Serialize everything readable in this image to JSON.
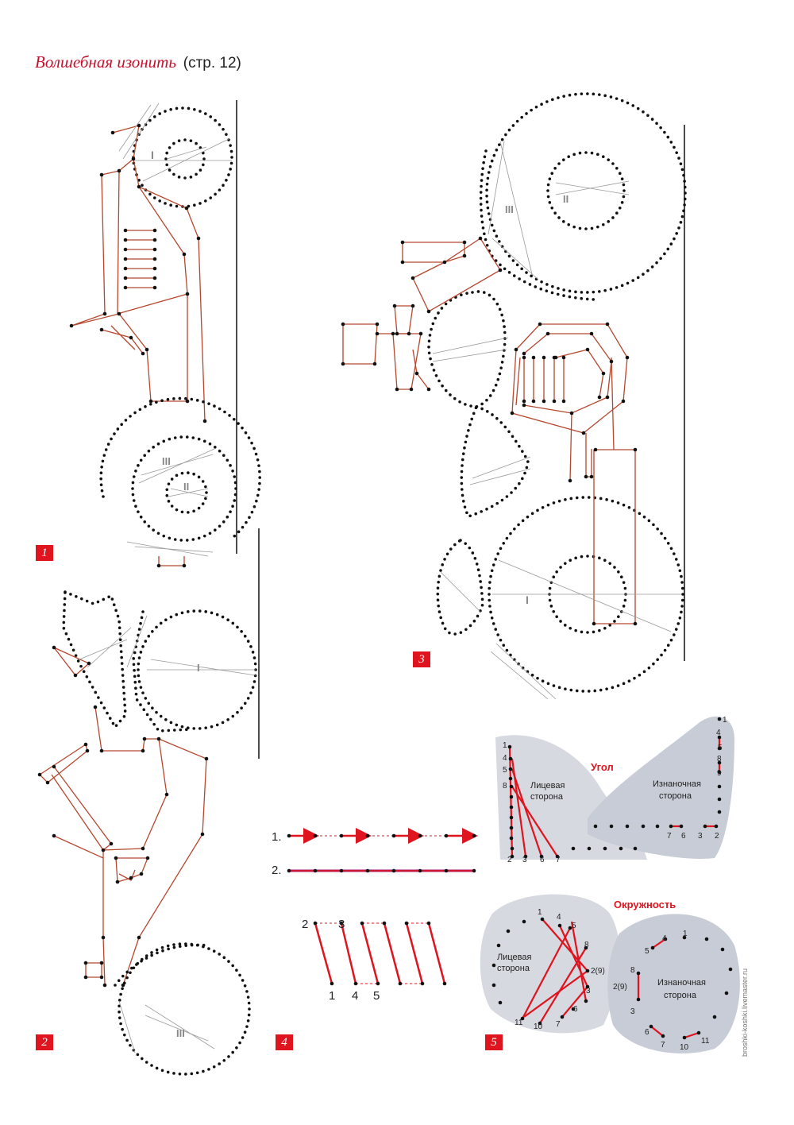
{
  "header": {
    "magazine": "Волшебная изонить",
    "page_ref": "(стр. 12)"
  },
  "figures": [
    {
      "tag": "1"
    },
    {
      "tag": "2"
    },
    {
      "tag": "3"
    },
    {
      "tag": "4"
    },
    {
      "tag": "5"
    }
  ],
  "roman": {
    "one": "I",
    "two": "II",
    "three": "III"
  },
  "method": {
    "row1_label": "1.",
    "row2_label": "2.",
    "nums": {
      "n1": "1",
      "n2": "2",
      "n3": "3",
      "n4": "4",
      "n5": "5"
    }
  },
  "corner": {
    "title": "Угол",
    "front_line1": "Лицевая",
    "front_line2": "сторона",
    "back_line1": "Изнаночная",
    "back_line2": "сторона",
    "front_nums": [
      "1",
      "4",
      "5",
      "8",
      "2",
      "3",
      "6",
      "7"
    ],
    "back_nums": [
      "1",
      "4",
      "5",
      "8",
      "9",
      "7",
      "6",
      "3",
      "2"
    ]
  },
  "circle": {
    "title": "Окружность",
    "front_line1": "Лицевая",
    "front_line2": "сторона",
    "back_line1": "Изнаночная",
    "back_line2": "сторона",
    "front_nums": [
      "1",
      "4",
      "5",
      "8",
      "2(9)",
      "3",
      "6",
      "7",
      "10",
      "11"
    ],
    "back_nums": [
      "1",
      "4",
      "5",
      "8",
      "2(9)",
      "3",
      "6",
      "7",
      "10",
      "11"
    ]
  },
  "watermark": "broshki-koshki.livemaster.ru",
  "colors": {
    "accent": "#c8102e",
    "thread": "#b5472e",
    "dot": "#111111",
    "guide": "#888888"
  }
}
